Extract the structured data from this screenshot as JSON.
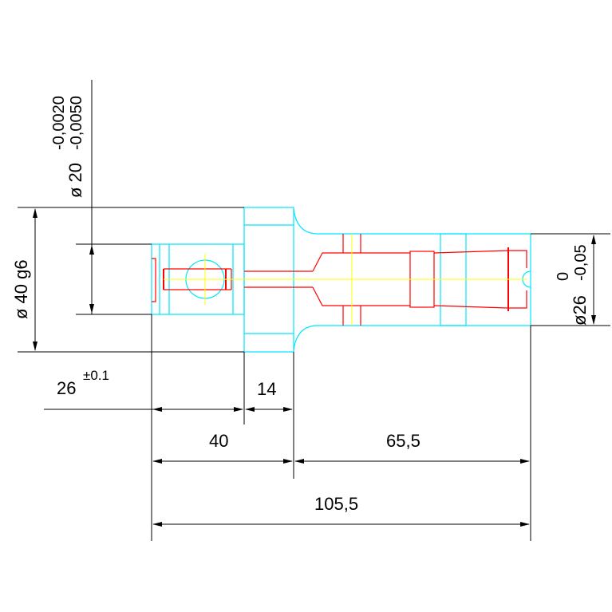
{
  "colors": {
    "background": "#ffffff",
    "dimension": "#000000",
    "outline": "#00e5ff",
    "section": "#ff0000",
    "centerline": "#ffff00"
  },
  "dimensions": {
    "d_left_main": "ø 40 g6",
    "d_left_journal": "ø 20",
    "d_left_journal_tol_upper": "-0,0020",
    "d_left_journal_tol_lower": "-0,0050",
    "d_right": "ø26",
    "d_right_tol_upper": "0",
    "d_right_tol_lower": "-0,05",
    "len_journal": "26",
    "len_journal_tol": "±0.1",
    "len_collar": "14",
    "len_left": "40",
    "len_right": "65,5",
    "len_total": "105,5"
  }
}
